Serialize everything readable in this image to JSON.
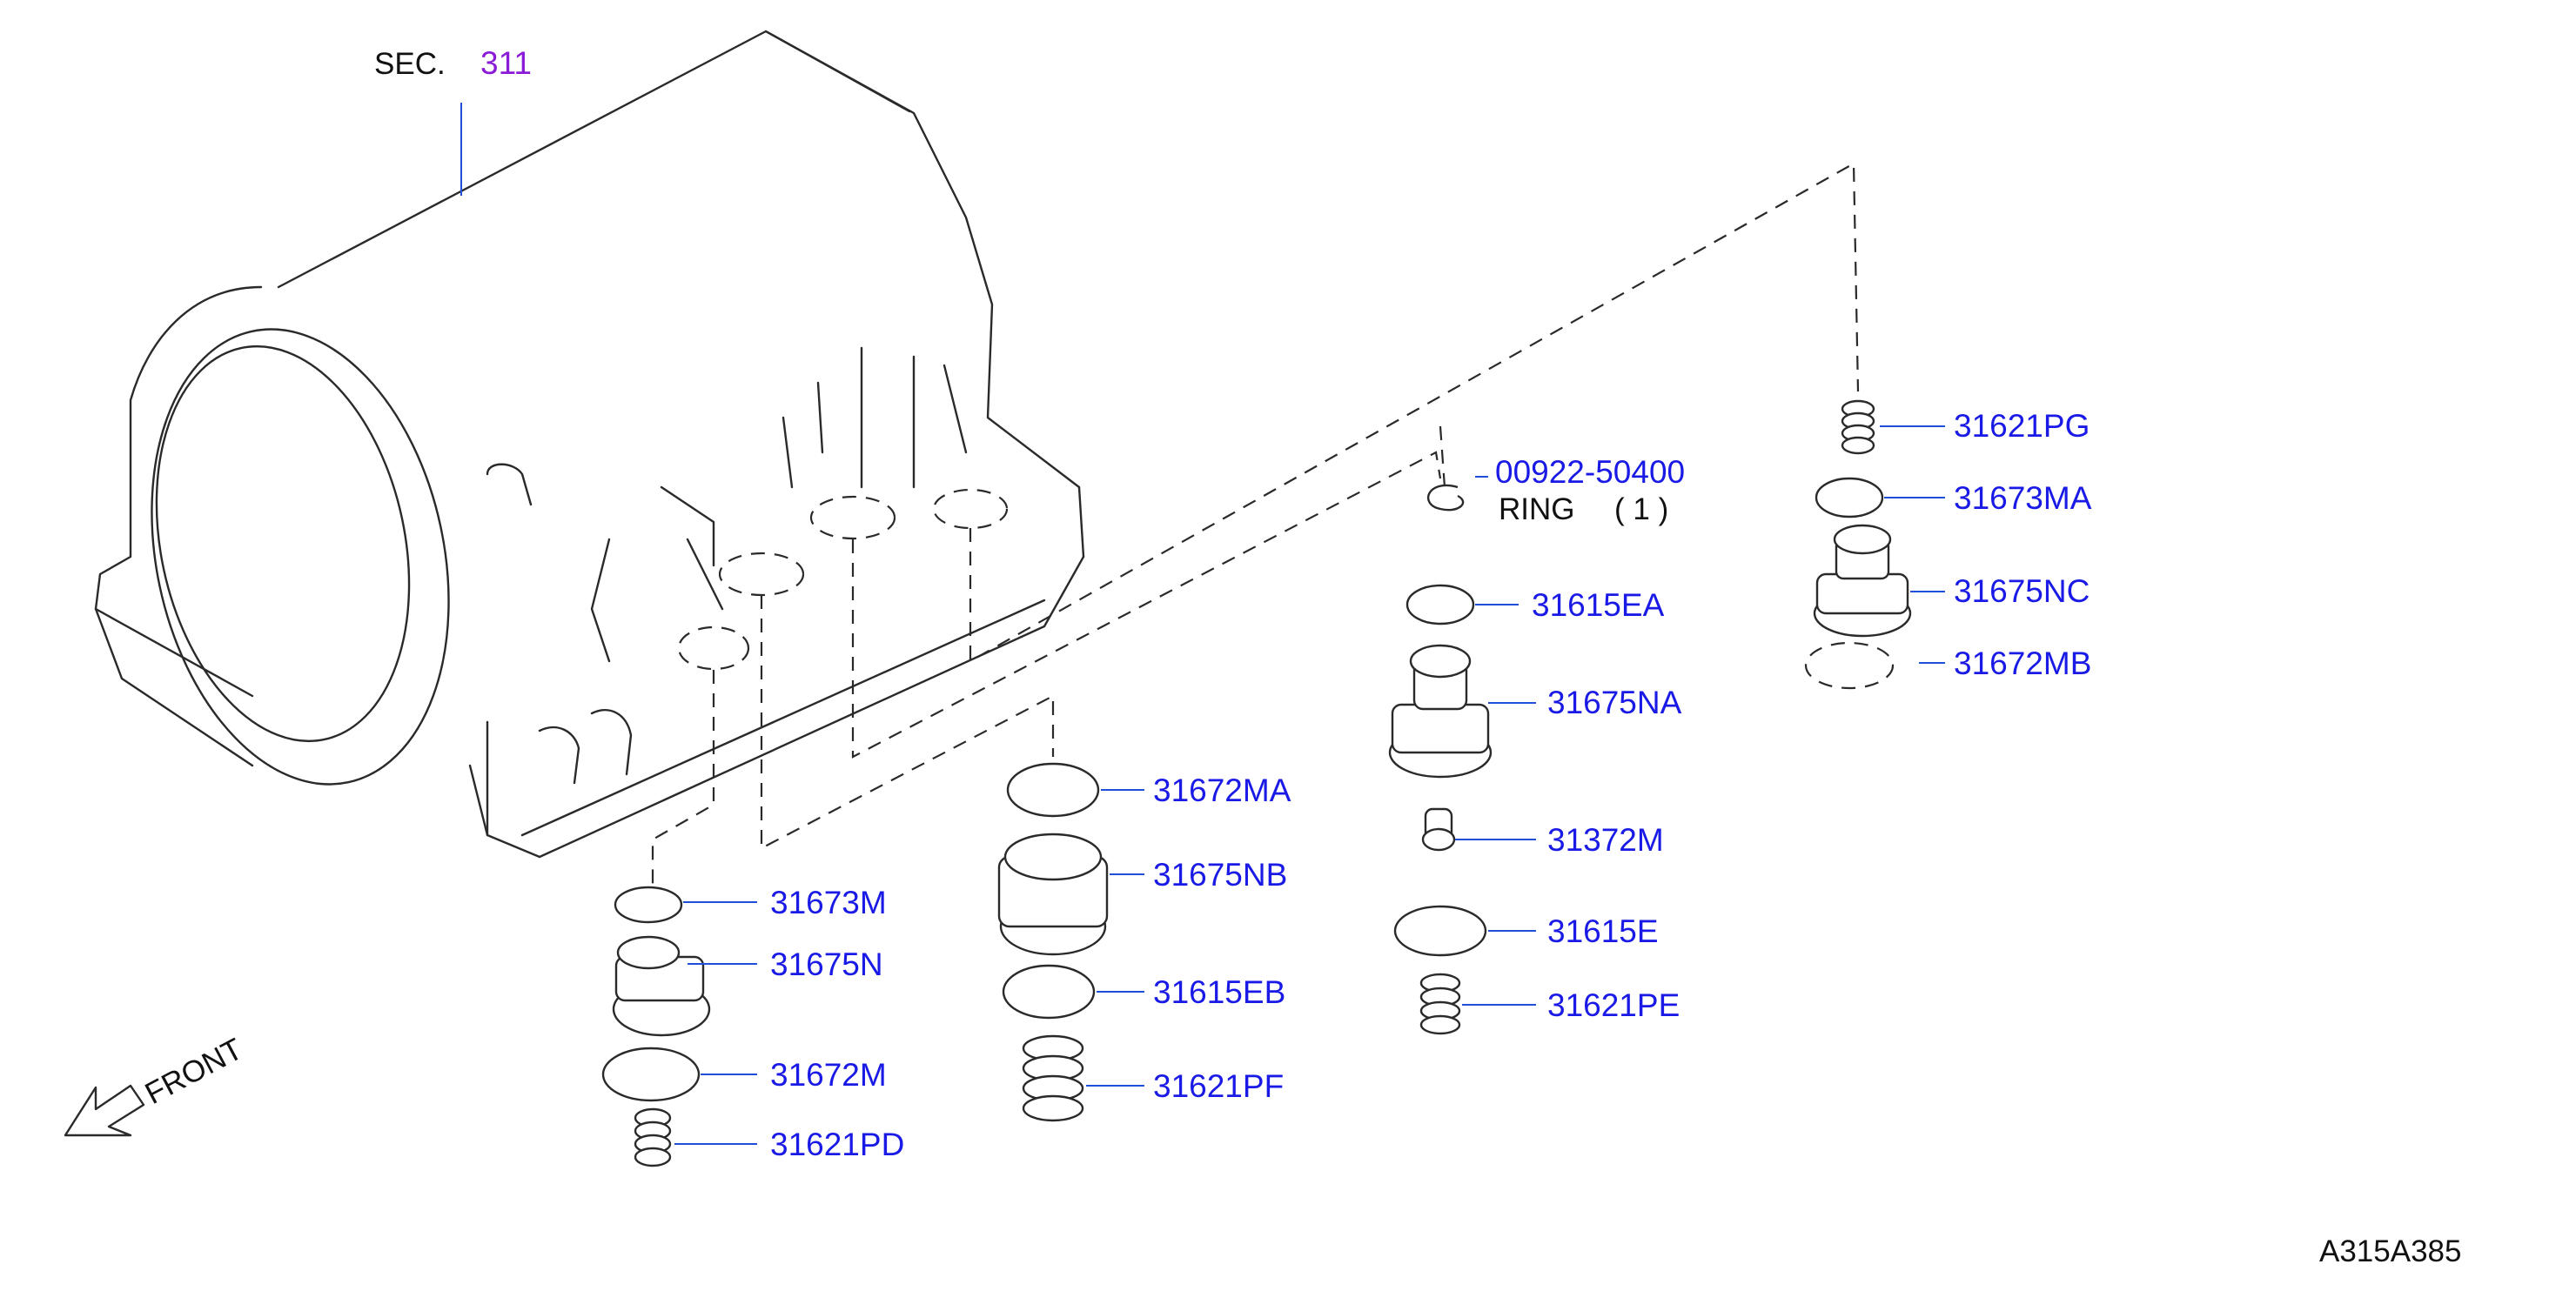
{
  "section": {
    "prefix": "SEC.",
    "number": "311"
  },
  "front_label": "FRONT",
  "diagram_code": "A315A385",
  "ring": {
    "part_number": "00922-50400",
    "name": "RING",
    "qty": "( 1 )"
  },
  "parts": {
    "p31621PG": "31621PG",
    "p31673MA": "31673MA",
    "p31675NC": "31675NC",
    "p31672MB": "31672MB",
    "p31615EA": "31615EA",
    "p31675NA": "31675NA",
    "p31372M": "31372M",
    "p31615E": "31615E",
    "p31621PE": "31621PE",
    "p31672MA": "31672MA",
    "p31675NB": "31675NB",
    "p31615EB": "31615EB",
    "p31621PF": "31621PF",
    "p31673M": "31673M",
    "p31675N": "31675N",
    "p31672M": "31672M",
    "p31621PD": "31621PD"
  },
  "colors": {
    "part_number": "#1a1ae6",
    "section_number": "#8a1ad6",
    "leader": "#1f4fd8",
    "line_art": "#2a2a2a"
  }
}
